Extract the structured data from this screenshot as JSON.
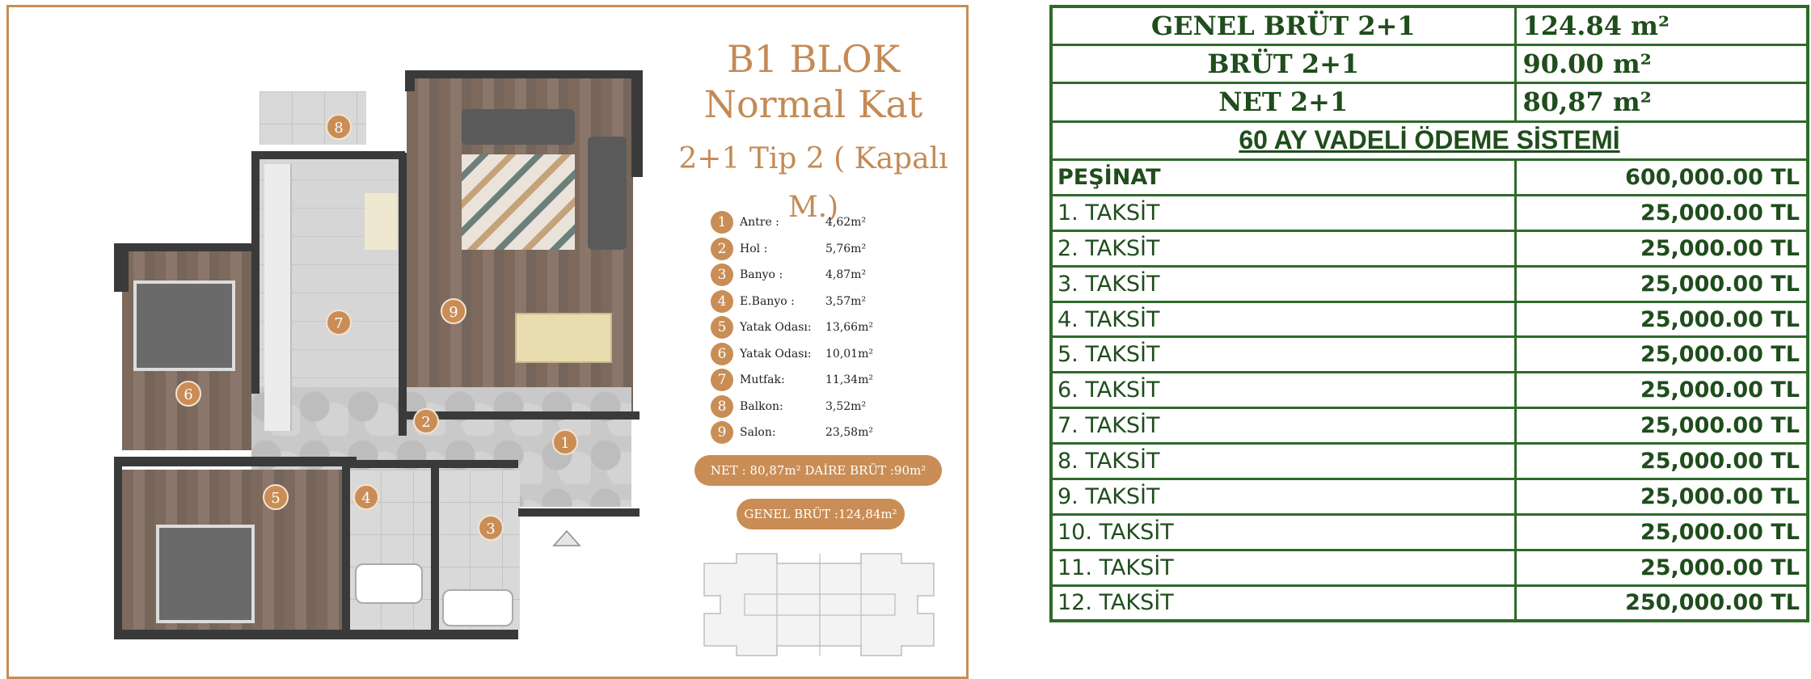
{
  "floorplan": {
    "title_line1": "B1 BLOK",
    "title_line2": "Normal Kat",
    "title_line3": "2+1 Tip 2 ( Kapalı M.)",
    "rooms": [
      {
        "num": "1",
        "name": "Antre :",
        "area": "4,62m²"
      },
      {
        "num": "2",
        "name": "Hol :",
        "area": "5,76m²"
      },
      {
        "num": "3",
        "name": "Banyo :",
        "area": "4,87m²"
      },
      {
        "num": "4",
        "name": "E.Banyo :",
        "area": "3,57m²"
      },
      {
        "num": "5",
        "name": "Yatak Odası:",
        "area": "13,66m²"
      },
      {
        "num": "6",
        "name": "Yatak Odası:",
        "area": "10,01m²"
      },
      {
        "num": "7",
        "name": "Mutfak:",
        "area": "11,34m²"
      },
      {
        "num": "8",
        "name": "Balkon:",
        "area": "3,52m²"
      },
      {
        "num": "9",
        "name": "Salon:",
        "area": "23,58m²"
      }
    ],
    "net_pill": "NET : 80,87m²   DAİRE BRÜT :90m²",
    "genel_pill": "GENEL BRÜT :124,84m²",
    "accent_color": "#c98d55"
  },
  "payment_table": {
    "header_rows": [
      {
        "label": "GENEL BRÜT 2+1",
        "value": "124.84 m²"
      },
      {
        "label": "BRÜT 2+1",
        "value": "90.00 m²"
      },
      {
        "label": "NET 2+1",
        "value": "80,87 m²"
      }
    ],
    "plan_title": "60 AY VADELİ ÖDEME SİSTEMİ",
    "rows": [
      {
        "label": "PEŞİNAT",
        "value": "600,000.00 TL"
      },
      {
        "label": "1. TAKSİT",
        "value": "25,000.00 TL"
      },
      {
        "label": "2. TAKSİT",
        "value": "25,000.00 TL"
      },
      {
        "label": "3. TAKSİT",
        "value": "25,000.00 TL"
      },
      {
        "label": "4. TAKSİT",
        "value": "25,000.00 TL"
      },
      {
        "label": "5. TAKSİT",
        "value": "25,000.00 TL"
      },
      {
        "label": "6. TAKSİT",
        "value": "25,000.00 TL"
      },
      {
        "label": "7. TAKSİT",
        "value": "25,000.00 TL"
      },
      {
        "label": "8. TAKSİT",
        "value": "25,000.00 TL"
      },
      {
        "label": "9. TAKSİT",
        "value": "25,000.00 TL"
      },
      {
        "label": "10. TAKSİT",
        "value": "25,000.00 TL"
      },
      {
        "label": "11. TAKSİT",
        "value": "25,000.00 TL"
      },
      {
        "label": "12. TAKSİT",
        "value": "250,000.00 TL"
      }
    ],
    "border_color": "#2e6a2a"
  }
}
